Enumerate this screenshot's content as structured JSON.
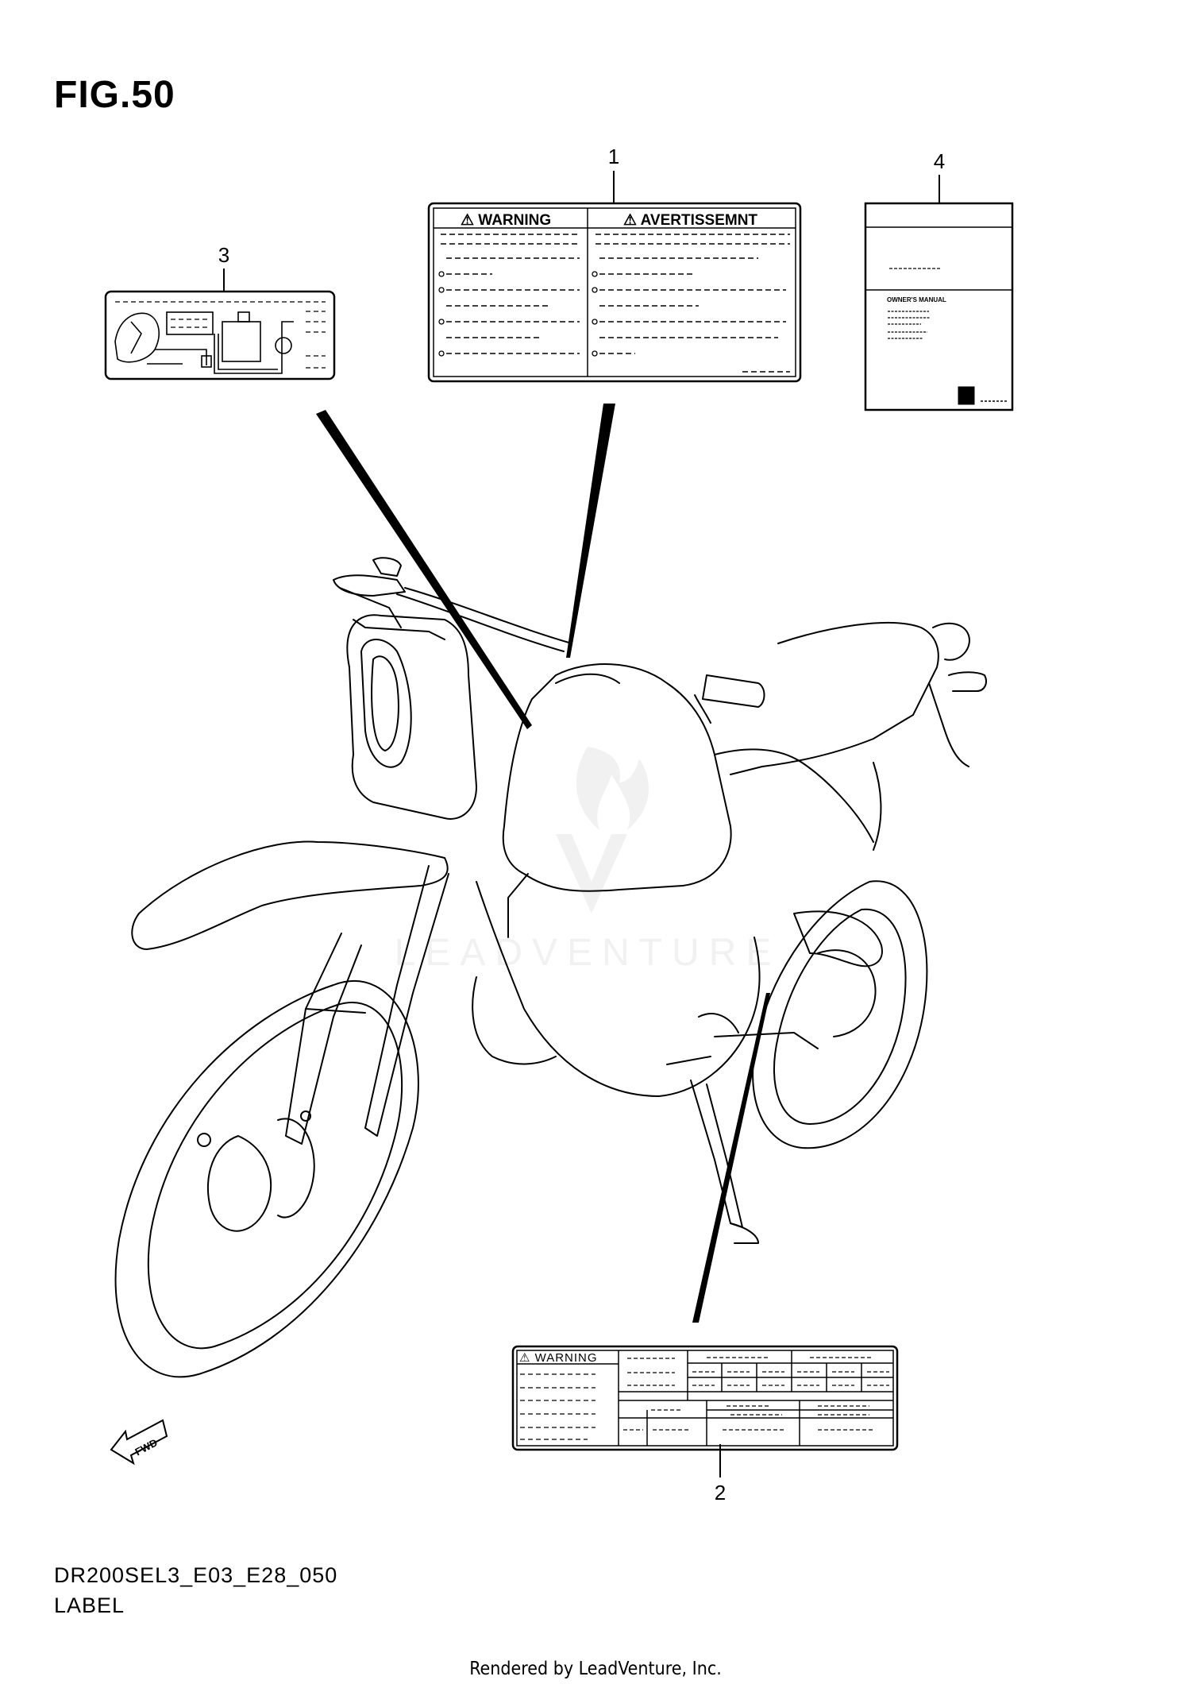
{
  "figure": {
    "title": "FIG.50",
    "code": "DR200SEL3_E03_E28_050",
    "name": "LABEL",
    "rendered_by": "Rendered by LeadVenture, Inc.",
    "watermark": "LEADVENTURE"
  },
  "callouts": [
    {
      "number": "1"
    },
    {
      "number": "2"
    },
    {
      "number": "3"
    },
    {
      "number": "4"
    }
  ],
  "labels": {
    "label_1": {
      "left_heading": "⚠ WARNING",
      "right_heading": "⚠ AVERTISSEMNT"
    },
    "label_2": {
      "heading": "⚠ WARNING"
    },
    "label_4": {
      "manual_title": "OWNER'S MANUAL"
    }
  },
  "direction_marker": "FWD",
  "colors": {
    "line": "#000000",
    "background": "#ffffff",
    "watermark": "#dddddd"
  }
}
